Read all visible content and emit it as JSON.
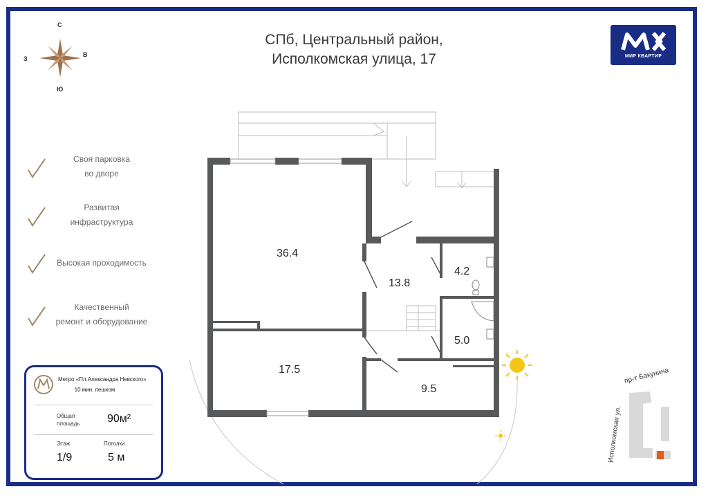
{
  "address": {
    "line1": "СПб, Центральный район,",
    "line2": "Исполкомская улица, 17"
  },
  "logo": {
    "text": "МИР КВАРТИР",
    "mark": "МК"
  },
  "compass": {
    "north": "С",
    "south": "Ю",
    "west": "З",
    "east": "В"
  },
  "features": [
    {
      "line1": "Своя парковка",
      "line2": "во дворе"
    },
    {
      "line1": "Развитая",
      "line2": "инфраструктура"
    },
    {
      "line1": "Высокая проходимость",
      "line2": ""
    },
    {
      "line1": "Качественный",
      "line2": "ремонт и оборудование"
    }
  ],
  "info": {
    "metro": "Метро «Пл.Александра Невского»",
    "walk": "10 мин. пешком",
    "area_label_1": "Общая",
    "area_label_2": "площадь",
    "area_value": "90м²",
    "floor_label": "Этаж",
    "floor_value": "1/9",
    "ceiling_label": "Потолки",
    "ceiling_value": "5 м"
  },
  "rooms": {
    "r1": "36.4",
    "r2": "13.8",
    "r3": "4.2",
    "r4": "5.0",
    "r5": "17.5",
    "r6": "9.5"
  },
  "map": {
    "street1": "пр-т Бакунина",
    "street2": "Исполкомская ул."
  },
  "colors": {
    "brand": "#1a2d86",
    "wall": "#58595b",
    "sun": "#f5c518",
    "highlight": "#e85a1e"
  }
}
